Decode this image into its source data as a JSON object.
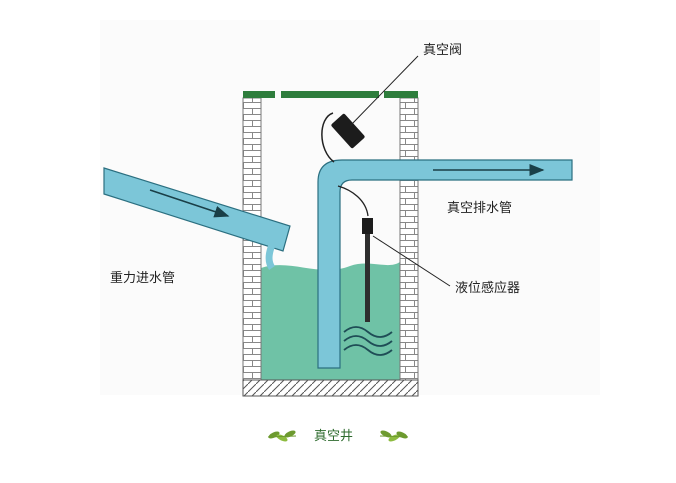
{
  "labels": {
    "vacuum_valve": "真空阀",
    "vacuum_drain_pipe": "真空排水管",
    "gravity_inlet_pipe": "重力进水管",
    "level_sensor": "液位感应器"
  },
  "caption": "真空井",
  "colors": {
    "water": "#6fc2a6",
    "pipe": "#7cc6d8",
    "pipe_edge": "#2b6f80",
    "lid": "#2e7d3c",
    "brick_line": "#888888",
    "leaf": "#6d9a2f"
  },
  "icons": {
    "caption_left": "leaf-sprig-icon",
    "caption_right": "leaf-sprig-icon",
    "flow_arrow": "flow-arrow-icon"
  }
}
